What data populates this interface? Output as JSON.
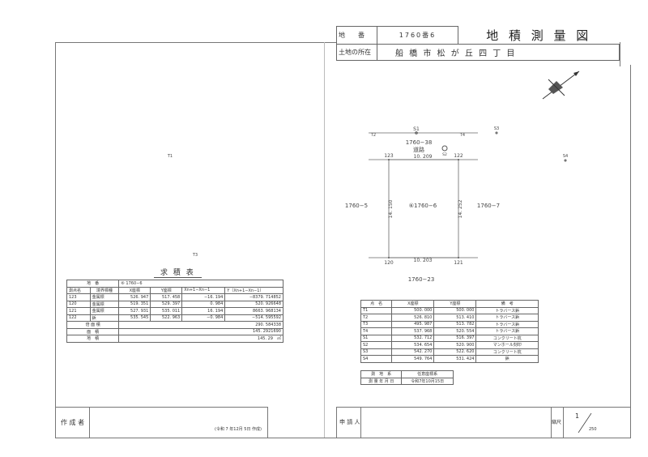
{
  "header": {
    "lot_label": "地　　番",
    "lot_value": "1760番6",
    "title": "地 積 測 量 図",
    "location_label": "土地の所在",
    "location_value": "船 橋 市 松 が 丘 四 丁 目"
  },
  "area_table": {
    "title": "求 積 表",
    "lot_label": "地　番",
    "lot_value": "⑥ 1760−6",
    "columns": [
      "測点名",
      "境界標種",
      "X座標",
      "Y座標",
      "Xn+1−Xn−1",
      "Y（Xn+1−Xn−1）"
    ],
    "rows": [
      [
        "123",
        "金属標",
        "526. 947",
        "517. 458",
        "−16. 194",
        "−8379. 714852"
      ],
      [
        "120",
        "金属標",
        "519. 351",
        "529. 397",
        "0. 984",
        "520. 926648"
      ],
      [
        "121",
        "金属標",
        "527. 931",
        "535. 011",
        "16. 194",
        "8663. 968134"
      ],
      [
        "122",
        "鋲",
        "535. 545",
        "522. 963",
        "−0. 984",
        "−514. 595592"
      ]
    ],
    "double_area_label": "倍 面 積",
    "double_area": "290. 584338",
    "area_label": "面　積",
    "area": "145. 2921690",
    "land_area_label": "地　積",
    "land_area": "145. 29　㎡"
  },
  "point_table": {
    "columns": [
      "点　名",
      "X座標",
      "Y座標",
      "備　考"
    ],
    "rows": [
      [
        "T1",
        "500. 000",
        "500. 000",
        "トラバース鋲"
      ],
      [
        "T2",
        "526. 810",
        "513. 410",
        "トラバース鋲"
      ],
      [
        "T3",
        "495. 987",
        "513. 782",
        "トラバース鋲"
      ],
      [
        "T4",
        "537. 968",
        "520. 554",
        "トラバース鋲"
      ],
      [
        "S1",
        "532. 712",
        "516. 397",
        "コンクリート杭"
      ],
      [
        "S2",
        "534. 654",
        "520. 900",
        "マンホール刻印"
      ],
      [
        "S3",
        "542. 270",
        "522. 620",
        "コンクリート杭"
      ],
      [
        "S4",
        "549. 764",
        "531. 424",
        "鋲"
      ]
    ]
  },
  "survey_info": {
    "system_label": "測　地　系",
    "system_value": "任意座標系",
    "date_label": "測 量 年 月 日",
    "date_value": "令和7年10月15日"
  },
  "drawing": {
    "road_lot": "1760−38",
    "road_label": "道路",
    "parcel": "⑥1760−6",
    "west": "1760−5",
    "east": "1760−7",
    "south": "1760−23",
    "top_len": "10. 209",
    "bottom_len": "10. 203",
    "left_len": "14. 150",
    "right_len": "14. 252",
    "points": {
      "p123": "123",
      "p122": "122",
      "p120": "120",
      "p121": "121",
      "s1": "S1",
      "s2": "S2",
      "s3": "S3",
      "s4": "S4",
      "t1": "T1",
      "t2": "T2",
      "t3": "T3",
      "t4": "T4"
    }
  },
  "footer": {
    "author_label": "作 成 者",
    "created": "(令和 7 年12月 5日 作成)",
    "applicant_label": "申 請 人",
    "scale_label": "縮尺",
    "scale_num": "1",
    "scale_den": "250"
  }
}
